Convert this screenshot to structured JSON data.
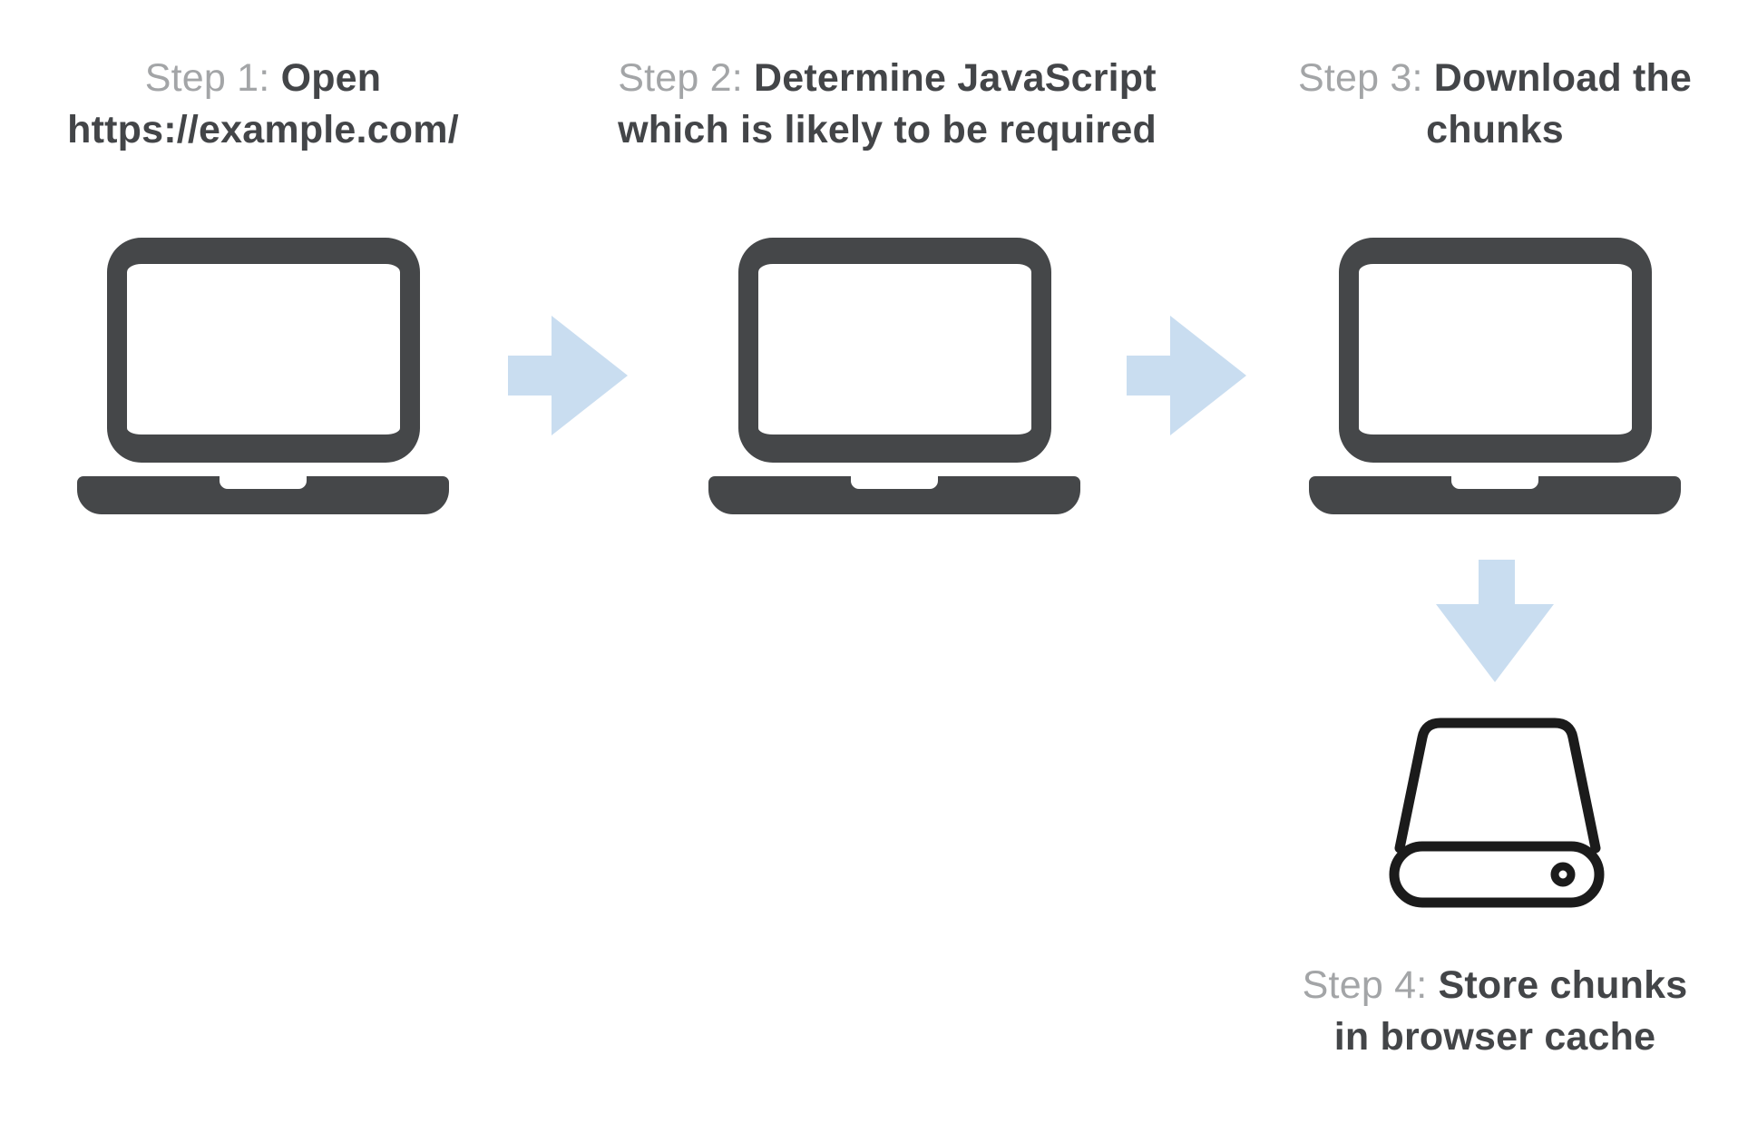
{
  "diagram_type": "flowchart",
  "steps": [
    {
      "prefix": "Step 1:",
      "title": "Open https://example.com/",
      "title_line1": "Open",
      "title_line2": "https://example.com/",
      "icon": "laptop-icon"
    },
    {
      "prefix": "Step 2:",
      "title": "Determine JavaScript which is likely to be required",
      "title_line1": "Determine JavaScript",
      "title_line2": "which is likely to be required",
      "icon": "laptop-icon"
    },
    {
      "prefix": "Step 3:",
      "title": "Download the chunks",
      "title_line1": "Download the",
      "title_line2": "chunks",
      "icon": "laptop-icon"
    },
    {
      "prefix": "Step 4:",
      "title": "Store chunks in browser cache",
      "title_line1": "Store chunks",
      "title_line2": "in browser cache",
      "icon": "hard-drive-icon"
    }
  ],
  "connectors": [
    {
      "icon": "arrow-right-icon",
      "from": "step-1",
      "to": "step-2"
    },
    {
      "icon": "arrow-right-icon",
      "from": "step-2",
      "to": "step-3"
    },
    {
      "icon": "arrow-down-icon",
      "from": "step-3",
      "to": "step-4"
    }
  ],
  "colors": {
    "arrow": "#c9ddf0",
    "laptop": "#454749",
    "prefix_text": "#a3a5a7",
    "title_text": "#434548",
    "drive_outline": "#1b1b1b",
    "background": "#ffffff"
  }
}
